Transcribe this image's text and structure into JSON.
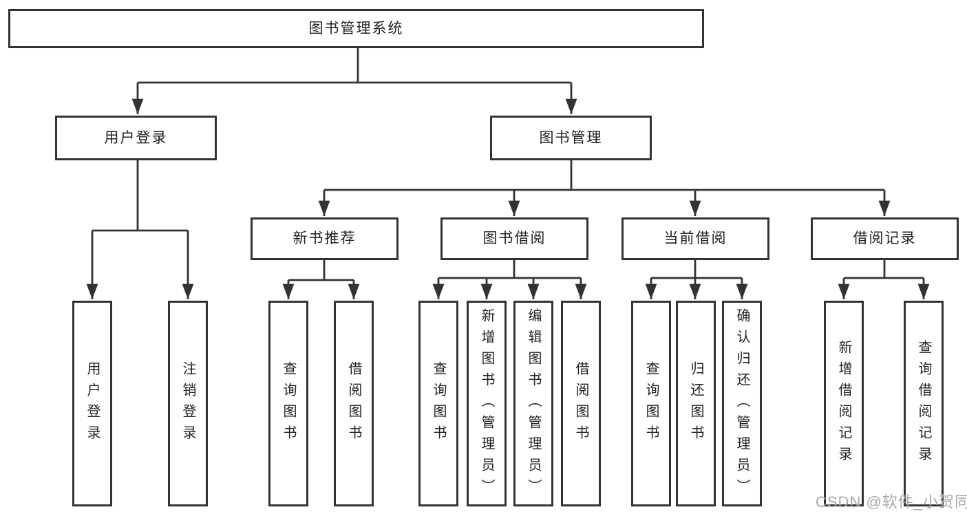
{
  "diagram": {
    "root": "图书管理系统",
    "level2": {
      "user_login": "用户登录",
      "book_management": "图书管理"
    },
    "level3": {
      "new_book_recommend": "新书推荐",
      "book_borrowing": "图书借阅",
      "current_borrowing": "当前借阅",
      "borrowing_records": "借阅记录"
    },
    "leaves": {
      "user_login": "用户登录",
      "logout": "注销登录",
      "recommend_query_books": "查询图书",
      "recommend_borrow_books": "借阅图书",
      "borrowing_query_books": "查询图书",
      "borrowing_add_books_admin": "新增图书（管理员）",
      "borrowing_edit_books_admin": "编辑图书（管理员）",
      "borrowing_borrow_books": "借阅图书",
      "current_query_books": "查询图书",
      "current_return_books": "归还图书",
      "current_confirm_return_admin": "确认归还（管理员）",
      "records_add_record": "新增借阅记录",
      "records_query_record": "查询借阅记录"
    },
    "hierarchy": {
      "图书管理系统": {
        "用户登录": [
          "用户登录",
          "注销登录"
        ],
        "图书管理": {
          "新书推荐": [
            "查询图书",
            "借阅图书"
          ],
          "图书借阅": [
            "查询图书",
            "新增图书（管理员）",
            "编辑图书（管理员）",
            "借阅图书"
          ],
          "当前借阅": [
            "查询图书",
            "归还图书",
            "确认归还（管理员）"
          ],
          "借阅记录": [
            "新增借阅记录",
            "查询借阅记录"
          ]
        }
      }
    }
  },
  "watermark": "CSDN @软件_小贺同学",
  "colors": {
    "line": "#333333",
    "box_border": "#333333",
    "box_fill": "#ffffff",
    "text": "#222222",
    "watermark": "#a8a8a8"
  }
}
